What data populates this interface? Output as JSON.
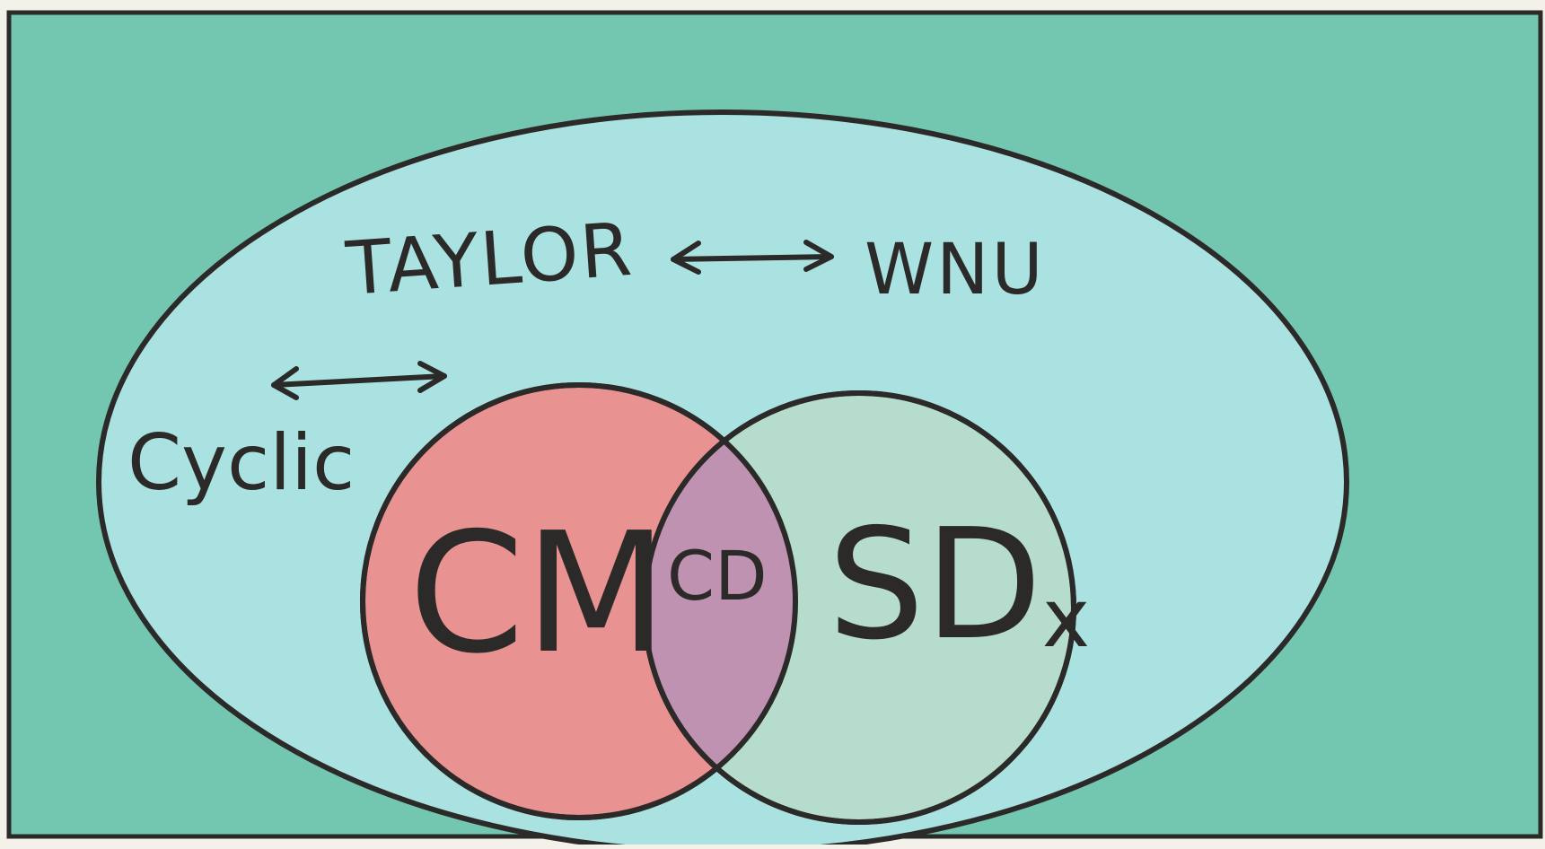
{
  "diagram": {
    "labels": {
      "taylor": "TAYLOR",
      "wnu": "WNU",
      "cyclic": "Cyclic",
      "cm": "CM",
      "cd": "CD",
      "sdx": "SD",
      "sdx_sub": "x"
    },
    "colors": {
      "background_panel": "#73c7b0",
      "outer_ellipse": "#a9e2e0",
      "cm_circle": "#e89292",
      "sd_circle": "#b6dccd",
      "overlap": "#c092b1",
      "ink": "#2b2a28"
    },
    "arrows": [
      {
        "from": "taylor",
        "to": "wnu",
        "direction": "both"
      },
      {
        "from": "cyclic",
        "to": "taylor",
        "direction": "both"
      }
    ]
  }
}
